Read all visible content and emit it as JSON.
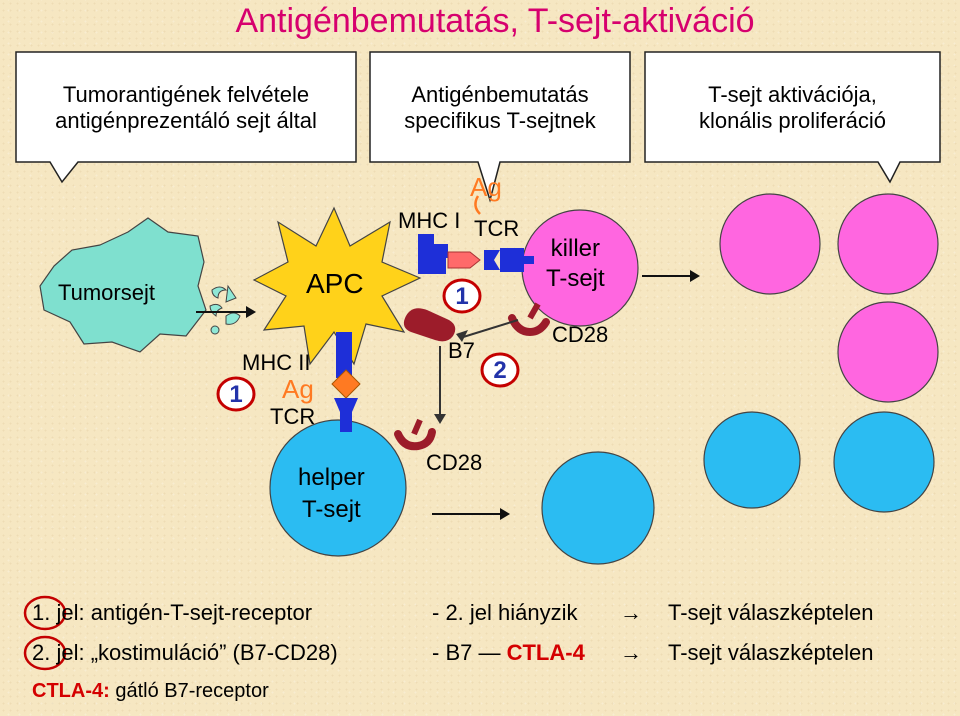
{
  "title": "Antigénbemutatás, T-sejt-aktiváció",
  "callouts": {
    "left": [
      "Tumorantigének felvétele",
      "antigénprezentáló sejt által"
    ],
    "middle": [
      "Antigénbemutatás",
      "specifikus T-sejtnek"
    ],
    "right": [
      "T-sejt aktivációja,",
      "klonális proliferáció"
    ]
  },
  "labels": {
    "tumor": "Tumorsejt",
    "apc": "APC",
    "mhc1": "MHC I",
    "ag_top": "Ag",
    "tcr_top": "TCR",
    "killer_line1": "killer",
    "killer_line2": "T-sejt",
    "cd28_top": "CD28",
    "b7": "B7",
    "mhc2": "MHC II",
    "ag_left": "Ag",
    "tcr_left": "TCR",
    "helper_line1": "helper",
    "helper_line2": "T-sejt",
    "cd28_bottom": "CD28",
    "num1_left": "1",
    "num1_top": "1",
    "num2": "2"
  },
  "legend": {
    "row1_left": "1. jel: antigén-T-sejt-receptor",
    "row1_right_a": "- 2. jel hiányzik",
    "row1_arrow": "→",
    "row1_right_b": "T-sejt válaszképtelen",
    "row2_prefix": "2. jel: ",
    "row2_emph": "„kostimuláció”",
    "row2_suffix": " (B7-CD28)",
    "row2_right_a": "- B7 —",
    "row2_right_red": "CTLA-4",
    "row2_arrow": "→",
    "row2_right_b": "T-sejt válaszképtelen",
    "row3_red": "CTLA-4:",
    "row3_text": " gátló B7-receptor"
  },
  "colors": {
    "title": "#d6006e",
    "tumor": "#7fe0cf",
    "apc": "#ffd21a",
    "killer": "#ff66e0",
    "helper": "#2bbcf2",
    "receptor": "#1e2fd8",
    "b7": "#9c1c2a",
    "antigen": "#ff7a22",
    "numbers": "#2233aa",
    "ctla4": "#d40000"
  }
}
